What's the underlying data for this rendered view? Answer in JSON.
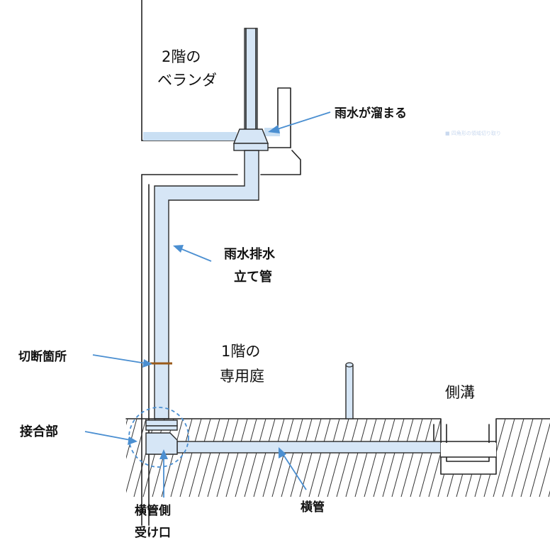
{
  "labels": {
    "veranda_line1": "2階の",
    "veranda_line2": "ベランダ",
    "rainwater_pooling": "雨水が溜まる",
    "downpipe_line1": "雨水排水",
    "downpipe_line2": "立て管",
    "cut_point": "切断箇所",
    "garden_line1": "1階の",
    "garden_line2": "専用庭",
    "side_ditch": "側溝",
    "joint": "接合部",
    "horizontal_pipe": "横管",
    "inlet_line1": "横管側",
    "inlet_line2": "受け口"
  },
  "colors": {
    "pipe_fill": "#d6e6f6",
    "arrow": "#4b8fd1",
    "cut_mark": "#9a5a1a",
    "joint_ring": "#4b8fd1"
  }
}
